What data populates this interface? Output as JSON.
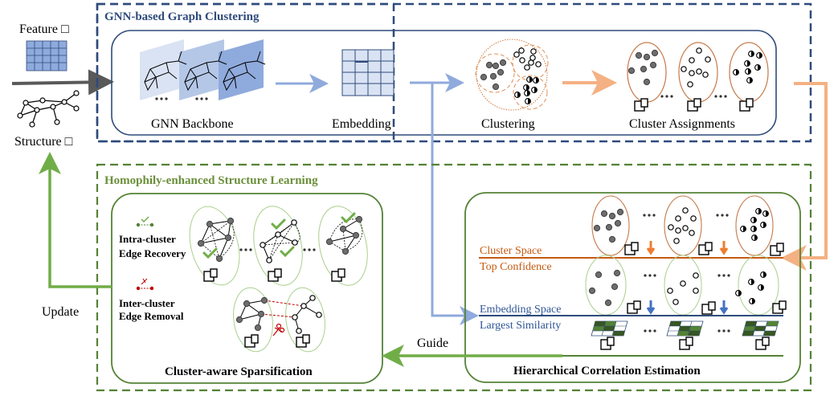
{
  "inputs": {
    "feature_label": "Feature □",
    "structure_label": "Structure □"
  },
  "gnn_section": {
    "title": "GNN-based Graph Clustering",
    "stages": {
      "backbone": "GNN Backbone",
      "embedding": "Embedding",
      "clustering": "Clustering",
      "assignments": "Cluster Assignments"
    },
    "ellipsis": "•••"
  },
  "structure_section": {
    "title": "Homophily-enhanced Structure Learning",
    "sparsification": {
      "title": "Cluster-aware Sparsification",
      "legend_recovery_line1": "Intra-cluster",
      "legend_recovery_line2": "Edge Recovery",
      "legend_removal_line1": "Inter-cluster",
      "legend_removal_line2": "Edge Removal"
    },
    "correlation": {
      "title": "Hierarchical Correlation Estimation",
      "cluster_space": "Cluster Space",
      "top_confidence": "Top Confidence",
      "embedding_space": "Embedding Space",
      "largest_similarity": "Largest Similarity"
    }
  },
  "arrows": {
    "update": "Update",
    "guide": "Guide"
  },
  "colors": {
    "gnn_blue": "#2f4b7c",
    "light_blue": "#8faadc",
    "orange": "#f4b183",
    "dark_orange": "#c55a11",
    "green": "#548235",
    "light_green": "#70ad47",
    "green_title": "#6a8f3a",
    "red": "#c00000"
  }
}
